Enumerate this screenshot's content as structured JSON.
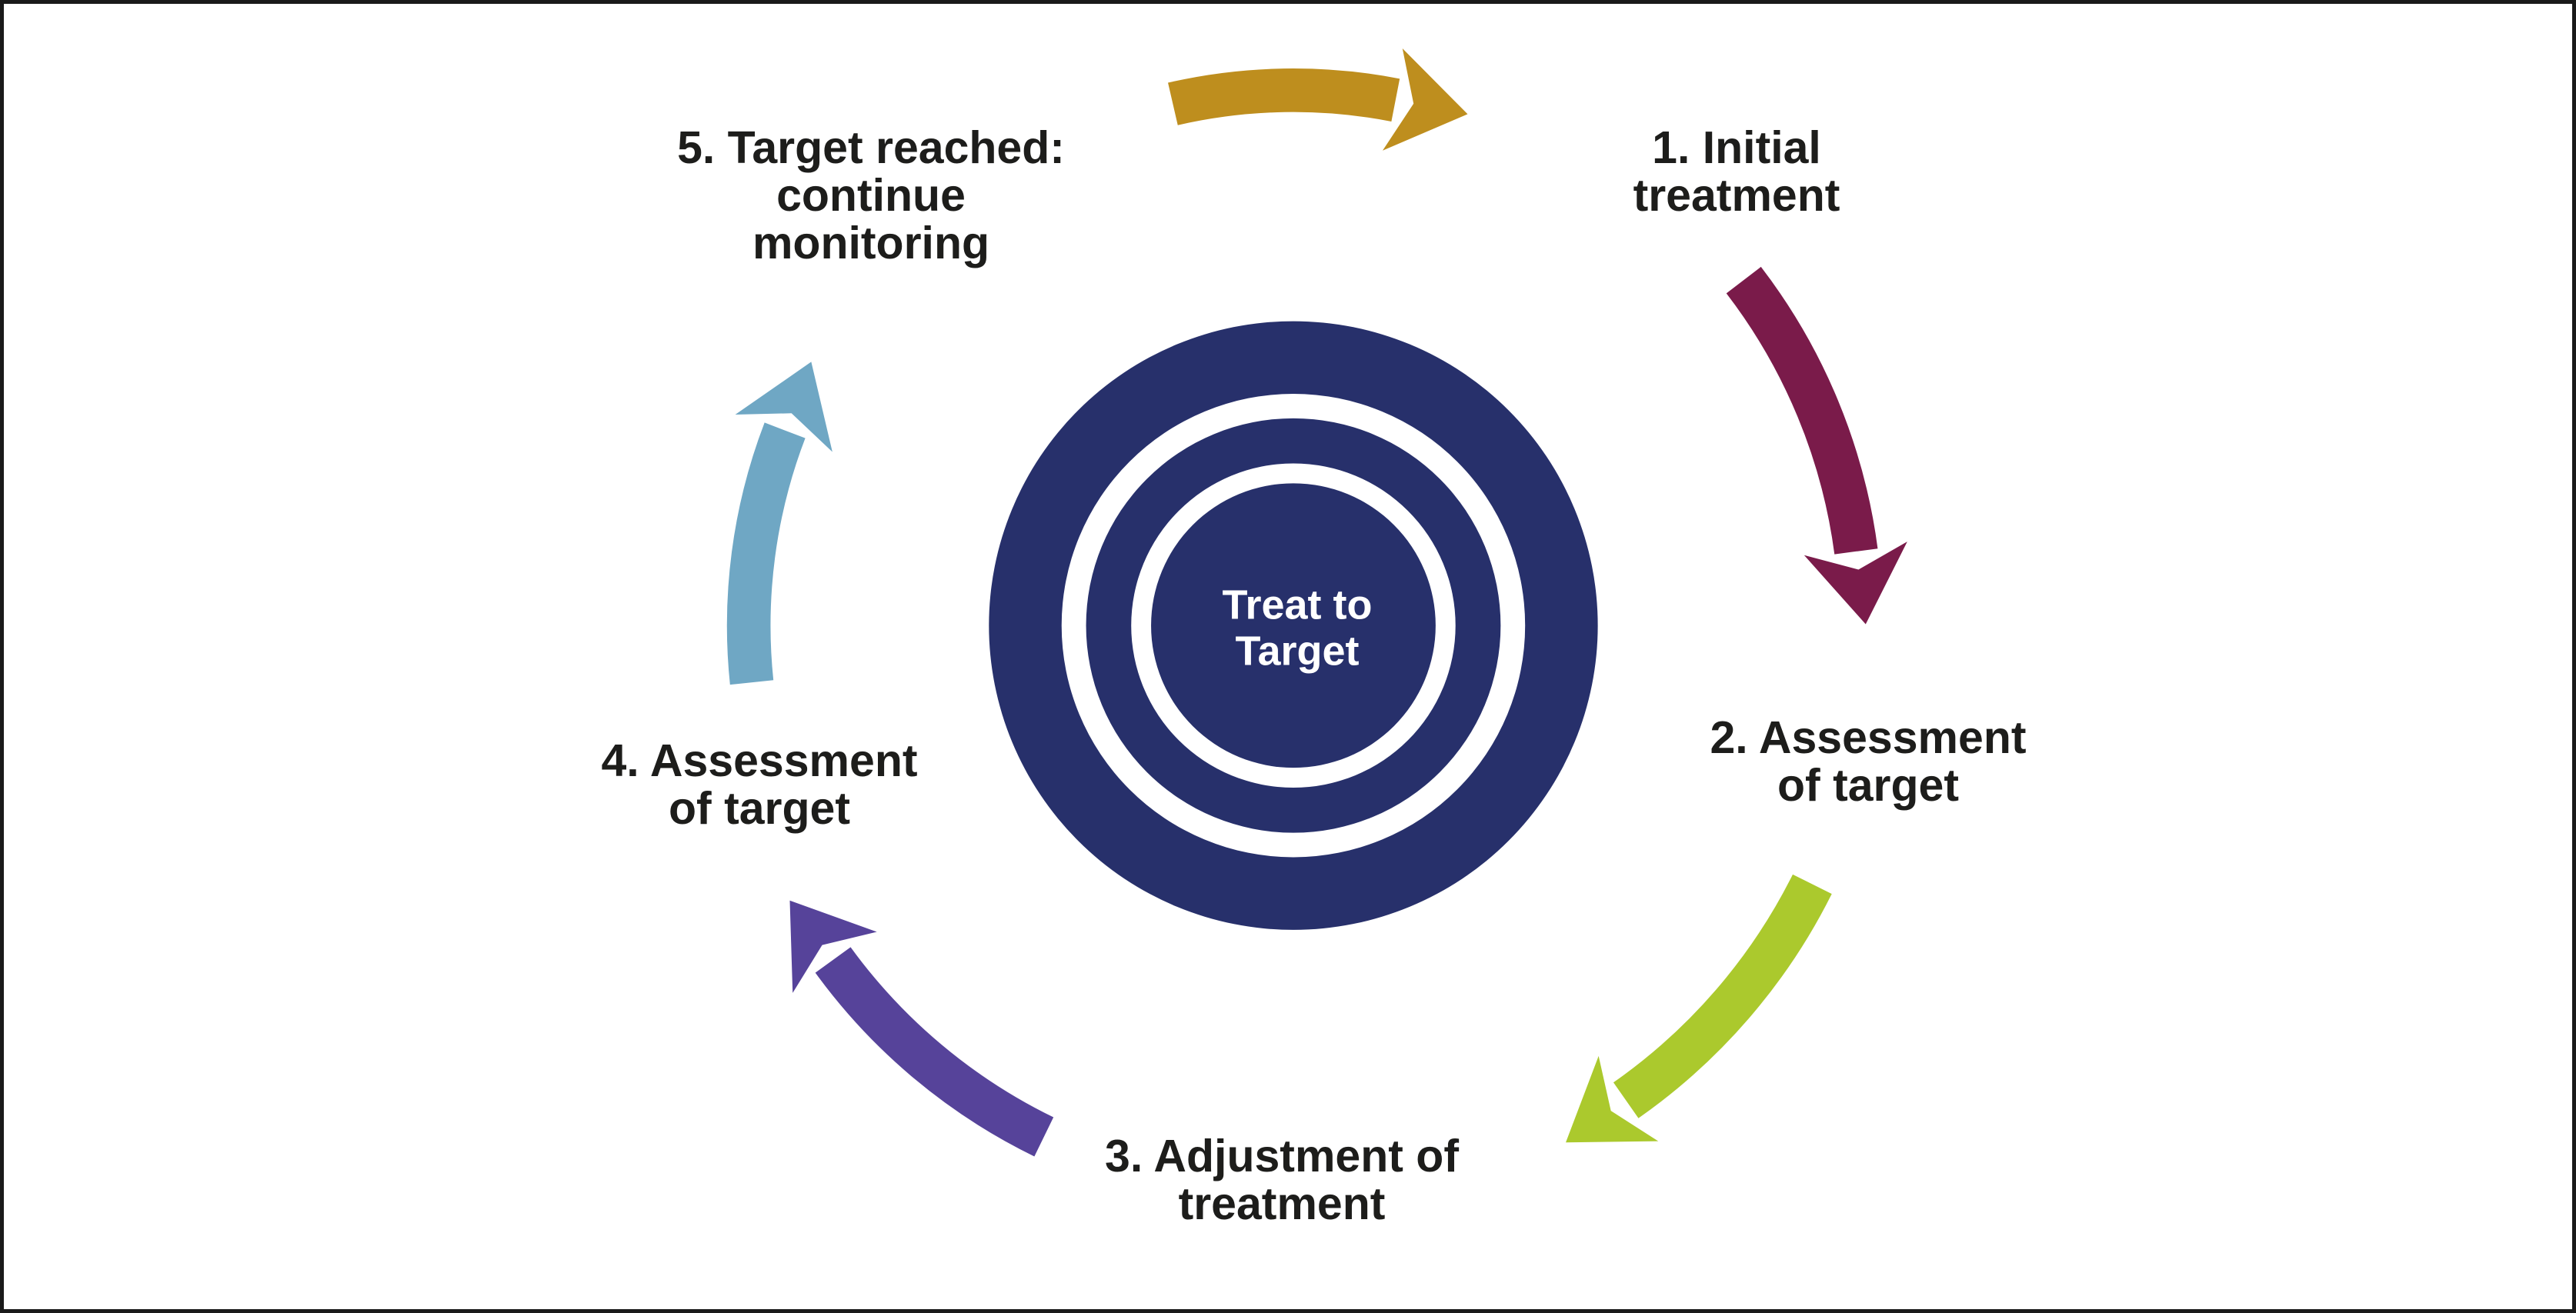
{
  "diagram": {
    "type": "cycle-diagram",
    "center_label": "Treat to\nTarget",
    "colors": {
      "bullseye_navy": "#27306B",
      "ring_gap_white": "#FFFFFF",
      "center_text": "#FFFFFF",
      "label_text": "#1D1D1B",
      "background": "#FFFFFF",
      "frame_border": "#1A1A1A"
    },
    "steps": [
      {
        "id": "step-1",
        "label": "1. Initial\ntreatment",
        "arrow_in_color": "#BE8E1E",
        "arrow_in_name": "gold-arrow"
      },
      {
        "id": "step-2",
        "label": "2. Assessment\nof target",
        "arrow_in_color": "#7A1B4A",
        "arrow_in_name": "maroon-arrow"
      },
      {
        "id": "step-3",
        "label": "3. Adjustment of\ntreatment",
        "arrow_in_color": "#ABC92D",
        "arrow_in_name": "lime-arrow"
      },
      {
        "id": "step-4",
        "label": "4. Assessment\nof target",
        "arrow_in_color": "#56439A",
        "arrow_in_name": "purple-arrow"
      },
      {
        "id": "step-5",
        "label": "5. Target reached:\ncontinue\nmonitoring",
        "arrow_in_color": "#6FA7C4",
        "arrow_in_name": "blue-arrow"
      }
    ]
  }
}
